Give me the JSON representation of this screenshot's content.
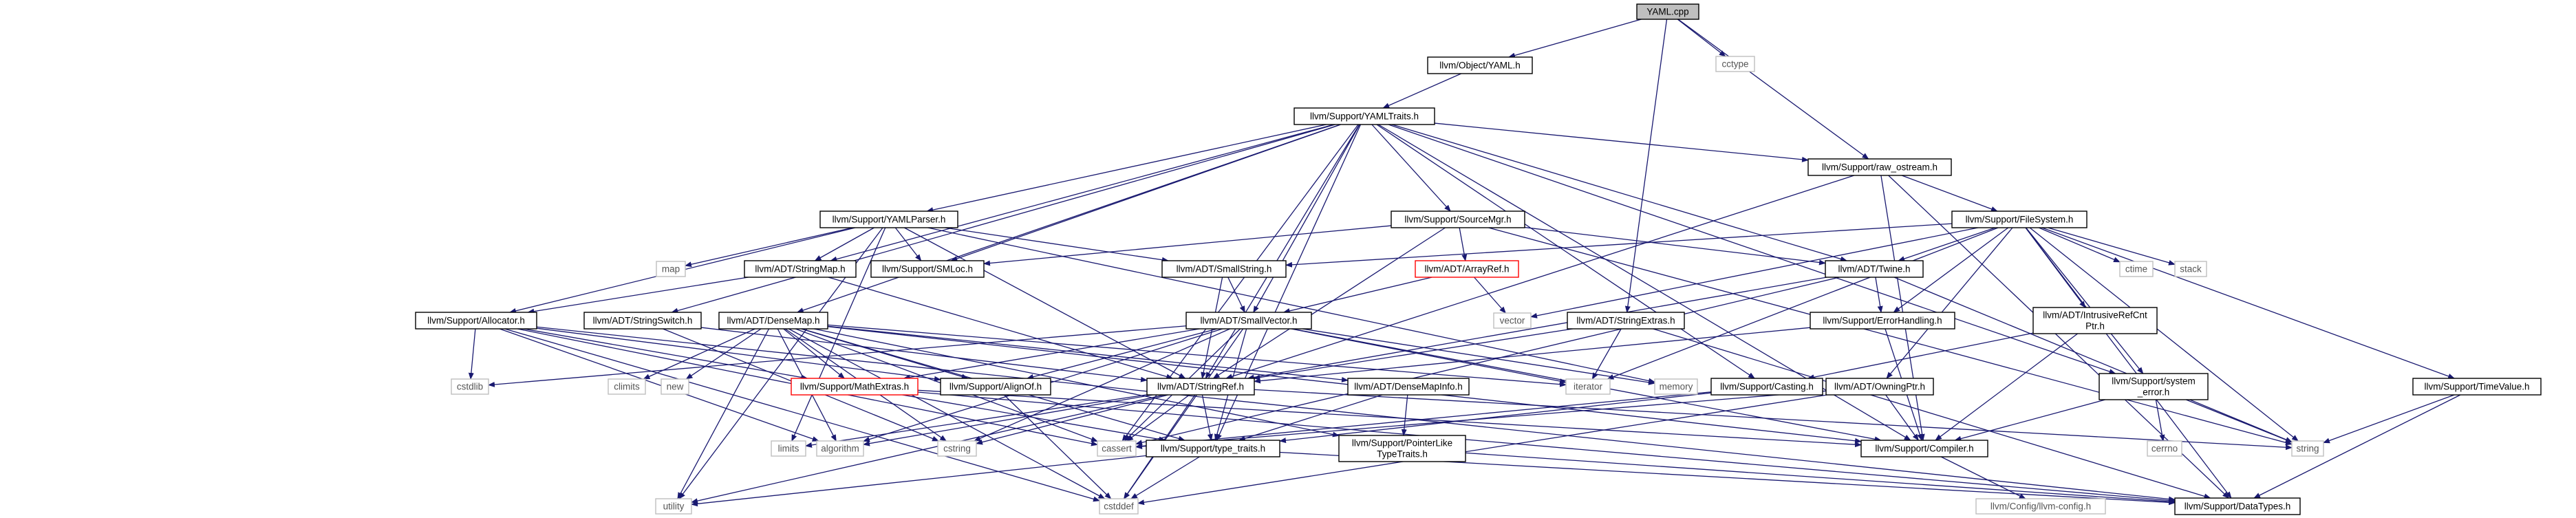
{
  "colors": {
    "edge": "#191970",
    "node_border": "#000000",
    "root_fill": "#bfbfbf",
    "missing_border": "#bfbfbf",
    "missing_text": "#555555",
    "broken_border": "#ff0000",
    "text": "#000000"
  },
  "nodes": [
    {
      "id": "yaml_cpp",
      "lines": [
        "YAML.cpp"
      ],
      "style": "root"
    },
    {
      "id": "object_yaml",
      "lines": [
        "llvm/Object/YAML.h"
      ],
      "style": "normal"
    },
    {
      "id": "cctype",
      "lines": [
        "cctype"
      ],
      "style": "missing"
    },
    {
      "id": "yamltraits",
      "lines": [
        "llvm/Support/YAMLTraits.h"
      ],
      "style": "normal"
    },
    {
      "id": "raw_ostream",
      "lines": [
        "llvm/Support/raw_ostream.h"
      ],
      "style": "normal"
    },
    {
      "id": "yamlparser",
      "lines": [
        "llvm/Support/YAMLParser.h"
      ],
      "style": "normal"
    },
    {
      "id": "sourcemgr",
      "lines": [
        "llvm/Support/SourceMgr.h"
      ],
      "style": "normal"
    },
    {
      "id": "filesystem",
      "lines": [
        "llvm/Support/FileSystem.h"
      ],
      "style": "normal"
    },
    {
      "id": "map",
      "lines": [
        "map"
      ],
      "style": "missing"
    },
    {
      "id": "stringmap",
      "lines": [
        "llvm/ADT/StringMap.h"
      ],
      "style": "normal"
    },
    {
      "id": "smloc",
      "lines": [
        "llvm/Support/SMLoc.h"
      ],
      "style": "normal"
    },
    {
      "id": "smallstring",
      "lines": [
        "llvm/ADT/SmallString.h"
      ],
      "style": "normal"
    },
    {
      "id": "arrayref",
      "lines": [
        "llvm/ADT/ArrayRef.h"
      ],
      "style": "broken"
    },
    {
      "id": "twine",
      "lines": [
        "llvm/ADT/Twine.h"
      ],
      "style": "normal"
    },
    {
      "id": "ctime",
      "lines": [
        "ctime"
      ],
      "style": "missing"
    },
    {
      "id": "stack",
      "lines": [
        "stack"
      ],
      "style": "missing"
    },
    {
      "id": "allocator",
      "lines": [
        "llvm/Support/Allocator.h"
      ],
      "style": "normal"
    },
    {
      "id": "stringswitch",
      "lines": [
        "llvm/ADT/StringSwitch.h"
      ],
      "style": "normal"
    },
    {
      "id": "densemap",
      "lines": [
        "llvm/ADT/DenseMap.h"
      ],
      "style": "normal"
    },
    {
      "id": "smallvector",
      "lines": [
        "llvm/ADT/SmallVector.h"
      ],
      "style": "normal"
    },
    {
      "id": "vector",
      "lines": [
        "vector"
      ],
      "style": "missing"
    },
    {
      "id": "stringextras",
      "lines": [
        "llvm/ADT/StringExtras.h"
      ],
      "style": "normal"
    },
    {
      "id": "errorhandling",
      "lines": [
        "llvm/Support/ErrorHandling.h"
      ],
      "style": "normal"
    },
    {
      "id": "intrusiverefcnt",
      "lines": [
        "llvm/ADT/IntrusiveRefCnt",
        "Ptr.h"
      ],
      "style": "normal"
    },
    {
      "id": "timevalue",
      "lines": [
        "llvm/Support/TimeValue.h"
      ],
      "style": "normal"
    },
    {
      "id": "cstdlib",
      "lines": [
        "cstdlib"
      ],
      "style": "missing"
    },
    {
      "id": "climits",
      "lines": [
        "climits"
      ],
      "style": "missing"
    },
    {
      "id": "new",
      "lines": [
        "new"
      ],
      "style": "missing"
    },
    {
      "id": "mathextras",
      "lines": [
        "llvm/Support/MathExtras.h"
      ],
      "style": "broken"
    },
    {
      "id": "alignof",
      "lines": [
        "llvm/Support/AlignOf.h"
      ],
      "style": "normal"
    },
    {
      "id": "stringref",
      "lines": [
        "llvm/ADT/StringRef.h"
      ],
      "style": "normal"
    },
    {
      "id": "densemapinfo",
      "lines": [
        "llvm/ADT/DenseMapInfo.h"
      ],
      "style": "normal"
    },
    {
      "id": "iterator",
      "lines": [
        "iterator"
      ],
      "style": "missing"
    },
    {
      "id": "memory",
      "lines": [
        "memory"
      ],
      "style": "missing"
    },
    {
      "id": "casting",
      "lines": [
        "llvm/Support/Casting.h"
      ],
      "style": "normal"
    },
    {
      "id": "owningptr",
      "lines": [
        "llvm/ADT/OwningPtr.h"
      ],
      "style": "normal"
    },
    {
      "id": "system_error",
      "lines": [
        "llvm/Support/system",
        "_error.h"
      ],
      "style": "normal"
    },
    {
      "id": "limits",
      "lines": [
        "limits"
      ],
      "style": "missing"
    },
    {
      "id": "algorithm",
      "lines": [
        "algorithm"
      ],
      "style": "missing"
    },
    {
      "id": "cstring",
      "lines": [
        "cstring"
      ],
      "style": "missing"
    },
    {
      "id": "cassert",
      "lines": [
        "cassert"
      ],
      "style": "missing"
    },
    {
      "id": "type_traits",
      "lines": [
        "llvm/Support/type_traits.h"
      ],
      "style": "normal"
    },
    {
      "id": "pointerlike",
      "lines": [
        "llvm/Support/PointerLike",
        "TypeTraits.h"
      ],
      "style": "normal"
    },
    {
      "id": "compiler",
      "lines": [
        "llvm/Support/Compiler.h"
      ],
      "style": "normal"
    },
    {
      "id": "cerrno",
      "lines": [
        "cerrno"
      ],
      "style": "missing"
    },
    {
      "id": "string",
      "lines": [
        "string"
      ],
      "style": "missing"
    },
    {
      "id": "utility",
      "lines": [
        "utility"
      ],
      "style": "missing"
    },
    {
      "id": "cstddef",
      "lines": [
        "cstddef"
      ],
      "style": "missing"
    },
    {
      "id": "llvm_config",
      "lines": [
        "llvm/Config/llvm-config.h"
      ],
      "style": "missing"
    },
    {
      "id": "datatypes",
      "lines": [
        "llvm/Support/DataTypes.h"
      ],
      "style": "normal"
    }
  ],
  "edges": [
    [
      "yaml_cpp",
      "object_yaml"
    ],
    [
      "yaml_cpp",
      "cctype"
    ],
    [
      "yaml_cpp",
      "raw_ostream"
    ],
    [
      "yaml_cpp",
      "stringextras"
    ],
    [
      "object_yaml",
      "yamltraits"
    ],
    [
      "yamltraits",
      "raw_ostream"
    ],
    [
      "yamltraits",
      "yamlparser"
    ],
    [
      "yamltraits",
      "sourcemgr"
    ],
    [
      "yamltraits",
      "stringmap"
    ],
    [
      "yamltraits",
      "smloc"
    ],
    [
      "yamltraits",
      "stringswitch"
    ],
    [
      "yamltraits",
      "densemap"
    ],
    [
      "yamltraits",
      "smallvector"
    ],
    [
      "yamltraits",
      "stringref"
    ],
    [
      "yamltraits",
      "twine"
    ],
    [
      "yamltraits",
      "compiler"
    ],
    [
      "yamltraits",
      "system_error"
    ],
    [
      "yamltraits",
      "casting"
    ],
    [
      "yamltraits",
      "type_traits"
    ],
    [
      "yamltraits",
      "cassert"
    ],
    [
      "raw_ostream",
      "filesystem"
    ],
    [
      "raw_ostream",
      "stringref"
    ],
    [
      "raw_ostream",
      "compiler"
    ],
    [
      "raw_ostream",
      "datatypes"
    ],
    [
      "yamlparser",
      "stringmap"
    ],
    [
      "yamlparser",
      "smloc"
    ],
    [
      "yamlparser",
      "smallstring"
    ],
    [
      "yamlparser",
      "stringref"
    ],
    [
      "yamlparser",
      "map"
    ],
    [
      "yamlparser",
      "limits"
    ],
    [
      "yamlparser",
      "utility"
    ],
    [
      "yamlparser",
      "allocator"
    ],
    [
      "yamlparser",
      "memory"
    ],
    [
      "sourcemgr",
      "smloc"
    ],
    [
      "sourcemgr",
      "arrayref"
    ],
    [
      "sourcemgr",
      "twine"
    ],
    [
      "sourcemgr",
      "stringref"
    ],
    [
      "sourcemgr",
      "string"
    ],
    [
      "filesystem",
      "twine"
    ],
    [
      "filesystem",
      "smallstring"
    ],
    [
      "filesystem",
      "errorhandling"
    ],
    [
      "filesystem",
      "intrusiverefcnt"
    ],
    [
      "filesystem",
      "owningptr"
    ],
    [
      "filesystem",
      "system_error"
    ],
    [
      "filesystem",
      "timevalue"
    ],
    [
      "filesystem",
      "datatypes"
    ],
    [
      "filesystem",
      "ctime"
    ],
    [
      "filesystem",
      "stack"
    ],
    [
      "filesystem",
      "string"
    ],
    [
      "filesystem",
      "vector"
    ],
    [
      "filesystem",
      "iterator"
    ],
    [
      "stringmap",
      "stringref"
    ],
    [
      "stringmap",
      "allocator"
    ],
    [
      "smallstring",
      "smallvector"
    ],
    [
      "smallstring",
      "stringref"
    ],
    [
      "arrayref",
      "smallvector"
    ],
    [
      "arrayref",
      "vector"
    ],
    [
      "twine",
      "stringref"
    ],
    [
      "twine",
      "errorhandling"
    ],
    [
      "twine",
      "cassert"
    ],
    [
      "twine",
      "string"
    ],
    [
      "allocator",
      "alignof"
    ],
    [
      "allocator",
      "mathextras"
    ],
    [
      "allocator",
      "datatypes"
    ],
    [
      "allocator",
      "algorithm"
    ],
    [
      "allocator",
      "cassert"
    ],
    [
      "allocator",
      "cstddef"
    ],
    [
      "allocator",
      "cstdlib"
    ],
    [
      "stringswitch",
      "stringref"
    ],
    [
      "stringswitch",
      "cstring"
    ],
    [
      "densemap",
      "densemapinfo"
    ],
    [
      "densemap",
      "alignof"
    ],
    [
      "densemap",
      "compiler"
    ],
    [
      "densemap",
      "mathextras"
    ],
    [
      "densemap",
      "pointerlike"
    ],
    [
      "densemap",
      "type_traits"
    ],
    [
      "densemap",
      "algorithm"
    ],
    [
      "densemap",
      "cassert"
    ],
    [
      "densemap",
      "climits"
    ],
    [
      "densemap",
      "cstddef"
    ],
    [
      "densemap",
      "cstring"
    ],
    [
      "densemap",
      "iterator"
    ],
    [
      "densemap",
      "new"
    ],
    [
      "densemap",
      "utility"
    ],
    [
      "smallvector",
      "alignof"
    ],
    [
      "smallvector",
      "compiler"
    ],
    [
      "smallvector",
      "mathextras"
    ],
    [
      "smallvector",
      "type_traits"
    ],
    [
      "smallvector",
      "algorithm"
    ],
    [
      "smallvector",
      "cassert"
    ],
    [
      "smallvector",
      "cstddef"
    ],
    [
      "smallvector",
      "cstdlib"
    ],
    [
      "smallvector",
      "cstring"
    ],
    [
      "smallvector",
      "iterator"
    ],
    [
      "smallvector",
      "memory"
    ],
    [
      "stringextras",
      "stringref"
    ],
    [
      "stringextras",
      "datatypes"
    ],
    [
      "stringextras",
      "iterator"
    ],
    [
      "errorhandling",
      "stringref"
    ],
    [
      "errorhandling",
      "compiler"
    ],
    [
      "intrusiverefcnt",
      "casting"
    ],
    [
      "intrusiverefcnt",
      "compiler"
    ],
    [
      "timevalue",
      "datatypes"
    ],
    [
      "timevalue",
      "string"
    ],
    [
      "mathextras",
      "compiler"
    ],
    [
      "mathextras",
      "type_traits"
    ],
    [
      "mathextras",
      "datatypes"
    ],
    [
      "alignof",
      "cstddef"
    ],
    [
      "stringref",
      "type_traits"
    ],
    [
      "stringref",
      "algorithm"
    ],
    [
      "stringref",
      "cassert"
    ],
    [
      "stringref",
      "cstring"
    ],
    [
      "stringref",
      "limits"
    ],
    [
      "stringref",
      "string"
    ],
    [
      "stringref",
      "utility"
    ],
    [
      "stringref",
      "cstddef"
    ],
    [
      "densemapinfo",
      "pointerlike"
    ],
    [
      "densemapinfo",
      "type_traits"
    ],
    [
      "casting",
      "type_traits"
    ],
    [
      "casting",
      "cassert"
    ],
    [
      "owningptr",
      "compiler"
    ],
    [
      "owningptr",
      "cassert"
    ],
    [
      "owningptr",
      "cstddef"
    ],
    [
      "system_error",
      "compiler"
    ],
    [
      "system_error",
      "cerrno"
    ],
    [
      "system_error",
      "string"
    ],
    [
      "type_traits",
      "datatypes"
    ],
    [
      "type_traits",
      "cstddef"
    ],
    [
      "type_traits",
      "utility"
    ],
    [
      "pointerlike",
      "datatypes"
    ],
    [
      "compiler",
      "llvm_config"
    ]
  ]
}
